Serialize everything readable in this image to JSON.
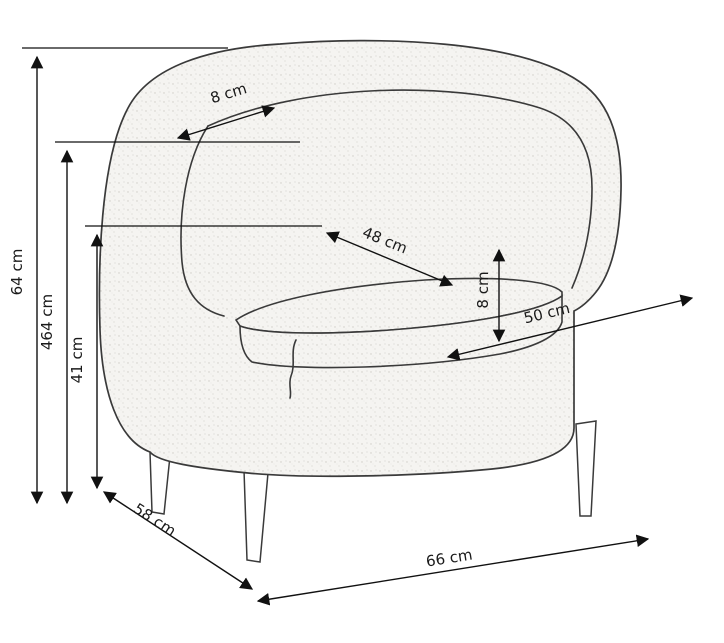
{
  "diagram": {
    "type": "furniture-dimension-drawing",
    "subject": "upholstered club armchair with wooden legs",
    "background_color": "#ffffff",
    "line_color": "#111111",
    "upholstery_color": "#f5f4f1"
  },
  "dims": {
    "arm_width": "8 cm",
    "seat_width": "48 cm",
    "cushion_thickness": "8 cm",
    "seat_depth": "50 cm",
    "total_height": "64 cm",
    "back_height": "464 cm",
    "seat_height": "41 cm",
    "overall_depth": "58 cm",
    "overall_width": "66 cm"
  }
}
